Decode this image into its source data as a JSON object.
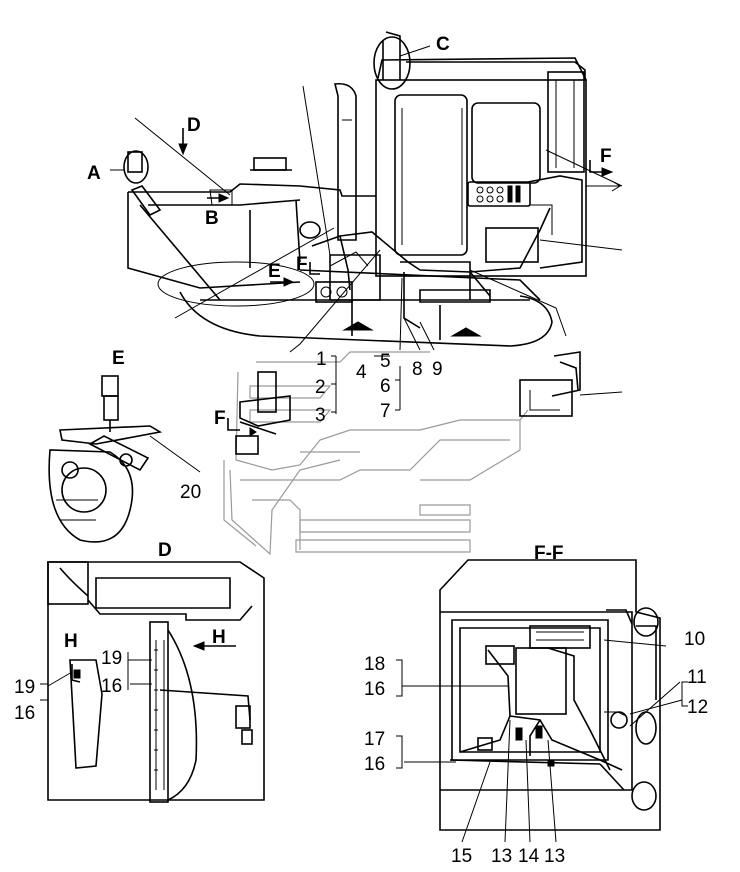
{
  "view_letters": {
    "A": "A",
    "B": "B",
    "C": "C",
    "D": "D",
    "E": "E",
    "F": "F",
    "H": "H"
  },
  "section_titles": {
    "E": "E",
    "D": "D",
    "FF": "F-F",
    "H": "H"
  },
  "callouts": [
    "1",
    "2",
    "3",
    "4",
    "5",
    "6",
    "7",
    "8",
    "9",
    "10",
    "11",
    "12",
    "13",
    "14",
    "15",
    "16",
    "17",
    "18",
    "19",
    "20"
  ]
}
